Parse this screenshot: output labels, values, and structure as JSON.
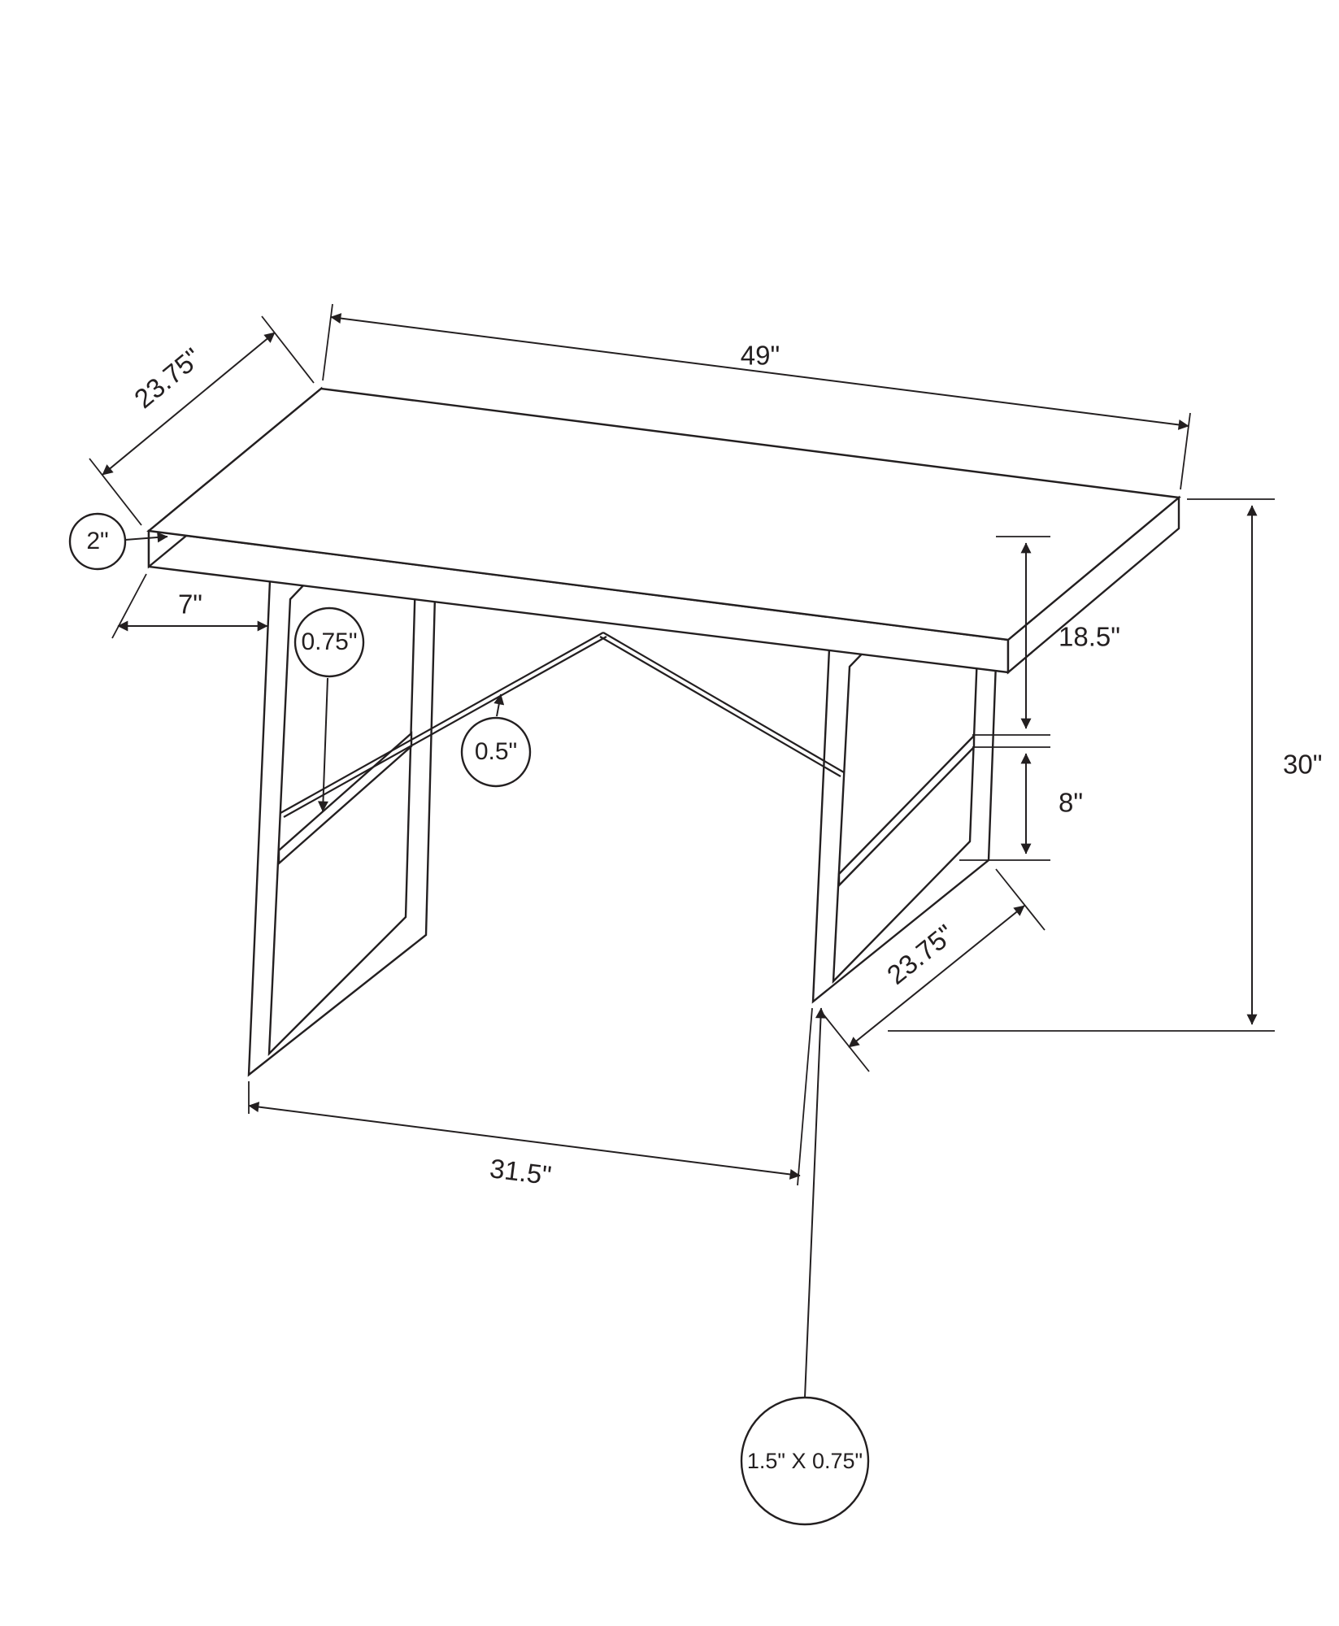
{
  "dims": {
    "top_length": "49\"",
    "top_depth": "23.75\"",
    "top_thickness": "2\"",
    "side_overhang": "7\"",
    "shelf_thickness": "0.75\"",
    "brace_thickness": "0.5\"",
    "shelf_to_top": "18.5\"",
    "overall_height": "30\"",
    "shelf_to_floor": "8\"",
    "leg_span": "31.5\"",
    "leg_depth": "23.75\"",
    "tube_size": "1.5\" X 0.75\""
  }
}
